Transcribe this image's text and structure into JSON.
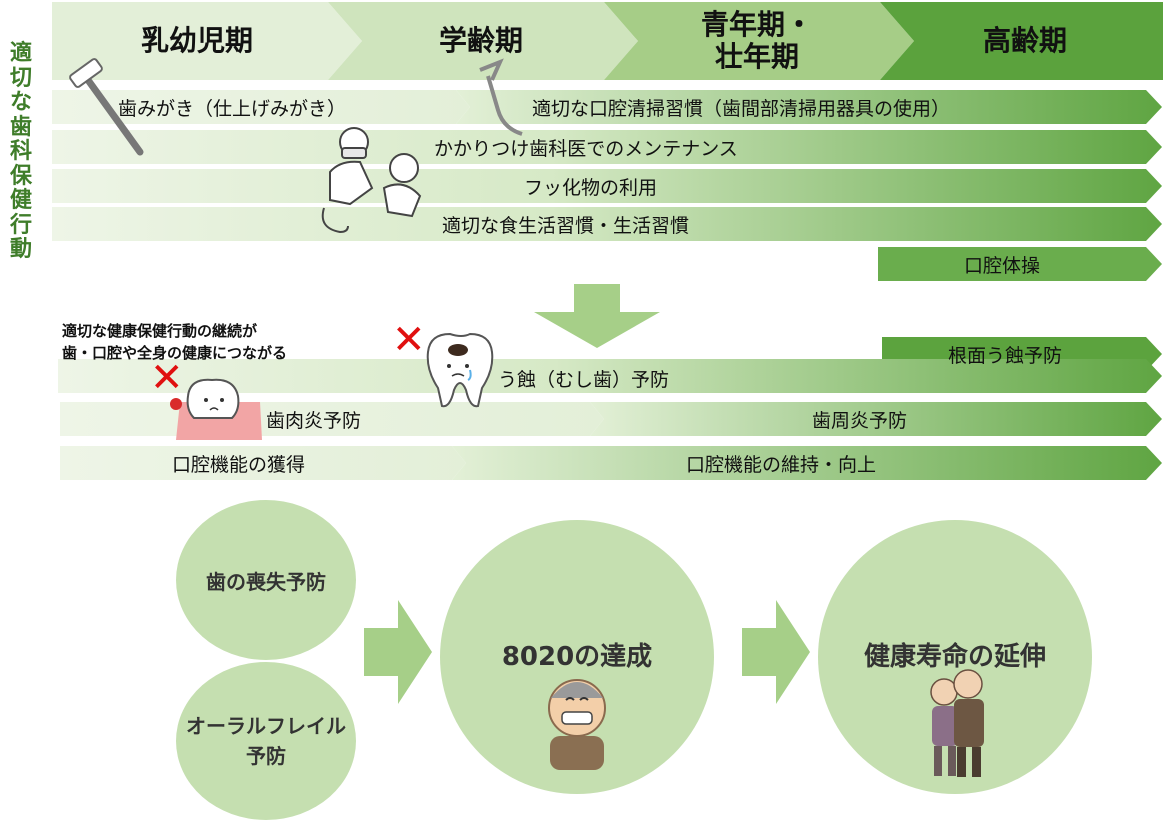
{
  "stages": [
    "乳幼児期",
    "学齢期",
    "青年期・\n壮年期",
    "高齢期"
  ],
  "side_title": "適切な歯科保健行動",
  "behaviors": {
    "brushing": "歯みがき（仕上げみがき）",
    "cleaning": "適切な口腔清掃習慣（歯間部清掃用器具の使用）",
    "maintenance": "かかりつけ歯科医でのメンテナンス",
    "fluoride": "フッ化物の利用",
    "lifestyle": "適切な食生活習慣・生活習慣",
    "oral_exercise": "口腔体操"
  },
  "note": "適切な健康保健行動の継続が\n歯・口腔や全身の健康につながる",
  "outcomes": {
    "root_caries": "根面う蝕予防",
    "caries": "う蝕（むし歯）予防",
    "gingivitis": "歯肉炎予防",
    "periodontitis": "歯周炎予防",
    "acquire": "口腔機能の獲得",
    "maintain": "口腔機能の維持・向上"
  },
  "goals": {
    "tooth_loss": "歯の喪失予防",
    "oral_frailty": "オーラルフレイル\n予防",
    "8020": "8020の達成",
    "longevity": "健康寿命の延伸"
  },
  "colors": {
    "green_light": "#e6f1dc",
    "green_mid": "#b5d59a",
    "green_dark": "#5aa13c",
    "title_green": "#3f7d2a",
    "circle": "#c5dfb0",
    "arrow": "#a6cf88",
    "cross": "#e01010"
  },
  "icons": [
    "toothbrush-icon",
    "floss-pick-icon",
    "dentist-child-icon",
    "decayed-tooth-icon",
    "gum-tooth-icon",
    "smiling-elder-icon",
    "elderly-couple-icon"
  ]
}
